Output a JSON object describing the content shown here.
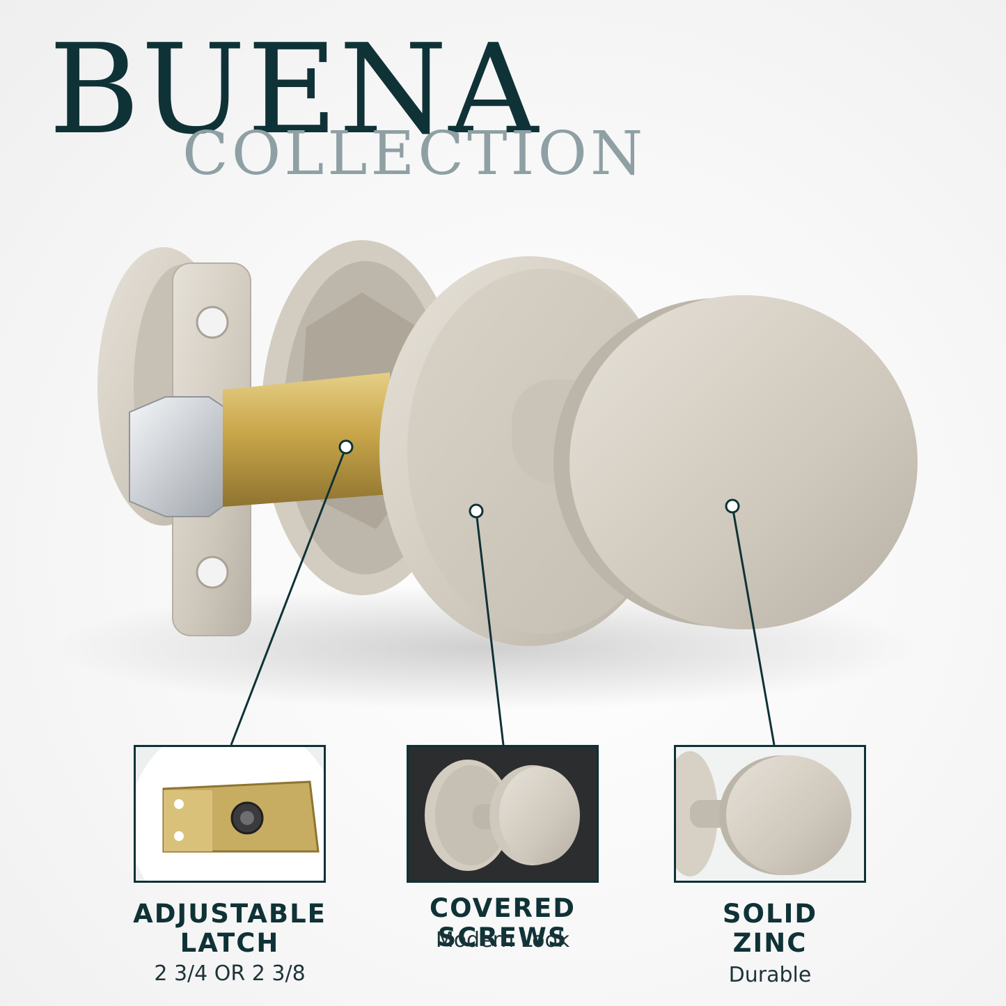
{
  "brand": {
    "title": "BUENA",
    "subtitle": "COLLECTION"
  },
  "colors": {
    "primary": "#0f3236",
    "secondary": "#8fa0a4",
    "brass": "#c9a64a",
    "satin_nickel": "#d6d0c5"
  },
  "callouts": [
    {
      "title_line1": "ADJUSTABLE",
      "title_line2": "LATCH",
      "detail": "2 3/4 OR 2 3/8"
    },
    {
      "title_line1": "COVERED",
      "title_line2": "SCREWS",
      "detail": "Modern Look"
    },
    {
      "title_line1": "SOLID",
      "title_line2": "ZINC",
      "detail": "Durable"
    }
  ]
}
